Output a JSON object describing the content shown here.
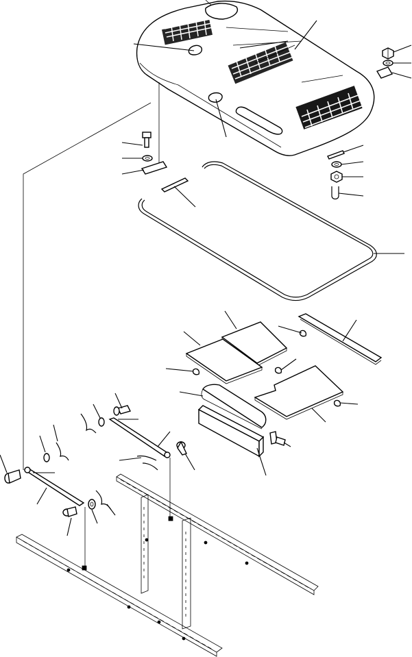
{
  "diagram": {
    "background_color": "#ffffff",
    "line_color": "#000000",
    "parts": [
      "hood-cover",
      "gasket-seal",
      "bolt",
      "washer",
      "nut",
      "bracket",
      "u-clip",
      "insulation-pad",
      "strip",
      "hinge-arm",
      "pin",
      "frame-rail"
    ]
  }
}
